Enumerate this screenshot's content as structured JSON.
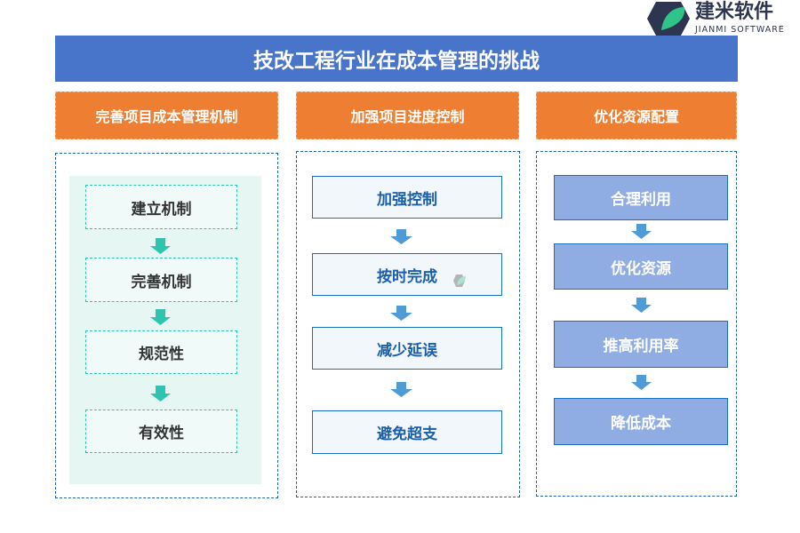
{
  "logo": {
    "name": "建米软件",
    "subtitle": "JIANMI SOFTWARE"
  },
  "title": "技改工程行业在成本管理的挑战",
  "columns": [
    {
      "header": "完善项目成本管理机制",
      "items": [
        "建立机制",
        "完善机制",
        "规范性",
        "有效性"
      ]
    },
    {
      "header": "加强项目进度控制",
      "items": [
        "加强控制",
        "按时完成",
        "减少延误",
        "避免超支"
      ]
    },
    {
      "header": "优化资源配置",
      "items": [
        "合理利用",
        "优化资源",
        "推高利用率",
        "降低成本"
      ]
    }
  ],
  "colors": {
    "title": "#4874c9",
    "header": "#ee7f32",
    "teal": "#2ec4b0",
    "blue": "#4f9bd6",
    "purple": "#8fade3"
  }
}
